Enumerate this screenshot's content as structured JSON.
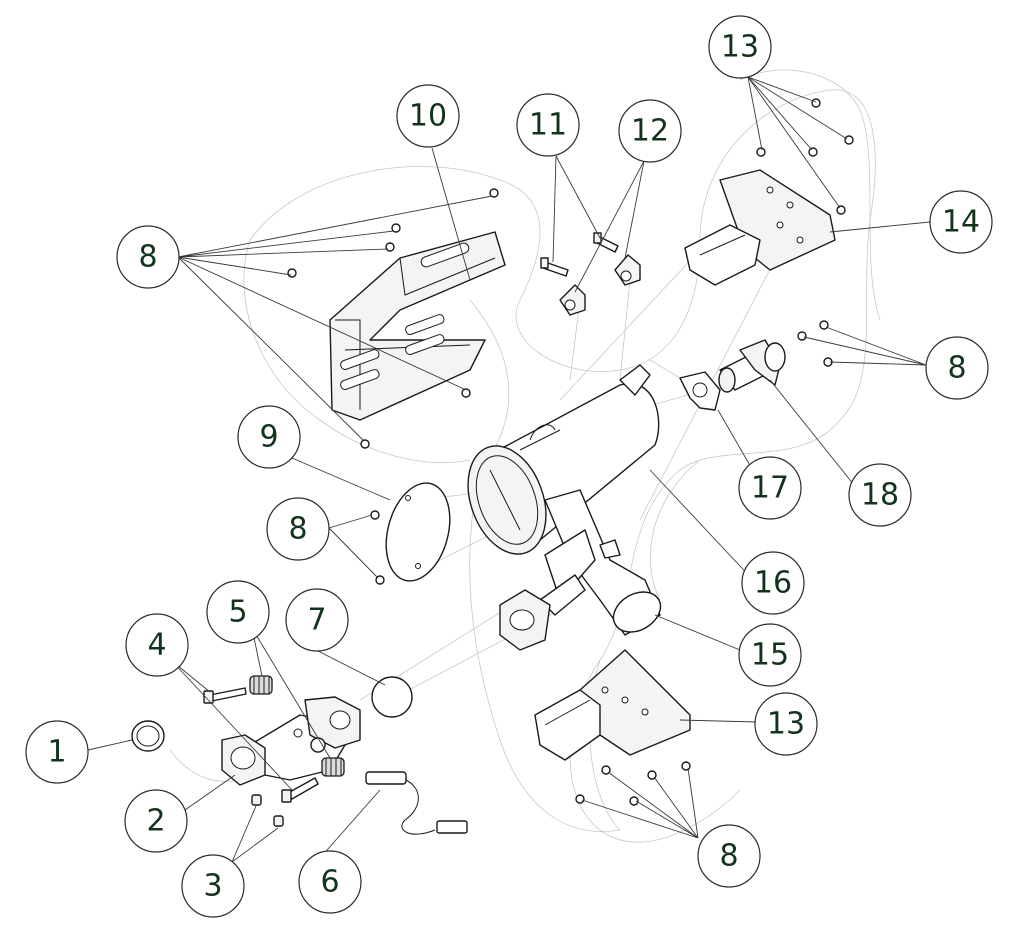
{
  "callouts": [
    {
      "id": "c1",
      "label": "1"
    },
    {
      "id": "c2",
      "label": "2"
    },
    {
      "id": "c3",
      "label": "3"
    },
    {
      "id": "c4",
      "label": "4"
    },
    {
      "id": "c5",
      "label": "5"
    },
    {
      "id": "c6",
      "label": "6"
    },
    {
      "id": "c7",
      "label": "7"
    },
    {
      "id": "c8a",
      "label": "8"
    },
    {
      "id": "c8b",
      "label": "8"
    },
    {
      "id": "c8c",
      "label": "8"
    },
    {
      "id": "c8d",
      "label": "8"
    },
    {
      "id": "c9",
      "label": "9"
    },
    {
      "id": "c10",
      "label": "10"
    },
    {
      "id": "c11",
      "label": "11"
    },
    {
      "id": "c12",
      "label": "12"
    },
    {
      "id": "c13a",
      "label": "13"
    },
    {
      "id": "c13b",
      "label": "13"
    },
    {
      "id": "c14",
      "label": "14"
    },
    {
      "id": "c15",
      "label": "15"
    },
    {
      "id": "c16",
      "label": "16"
    },
    {
      "id": "c17",
      "label": "17"
    },
    {
      "id": "c18",
      "label": "18"
    }
  ]
}
